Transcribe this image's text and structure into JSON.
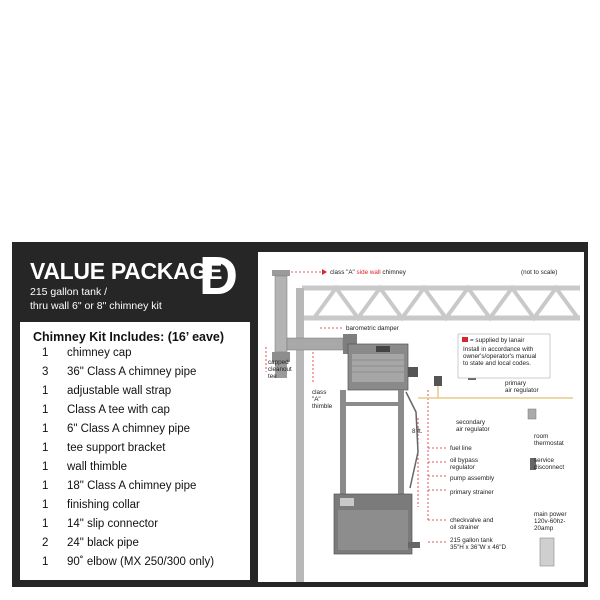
{
  "header": {
    "title": "VALUE PACKAGE",
    "letter": "D",
    "subtitle_line1": "215  gallon tank /",
    "subtitle_line2": "thru wall 6\" or 8\" chimney kit"
  },
  "kit": {
    "heading": "Chimney Kit Includes: (16’ eave)",
    "items": [
      {
        "qty": "1",
        "name": "chimney cap"
      },
      {
        "qty": "3",
        "name": "36\" Class A chimney pipe"
      },
      {
        "qty": "1",
        "name": "adjustable wall strap"
      },
      {
        "qty": "1",
        "name": "Class A tee with cap"
      },
      {
        "qty": "1",
        "name": "6\" Class A chimney pipe"
      },
      {
        "qty": "1",
        "name": "tee support bracket"
      },
      {
        "qty": "1",
        "name": "wall thimble"
      },
      {
        "qty": "1",
        "name": "18\" Class A chimney pipe"
      },
      {
        "qty": "1",
        "name": "finishing collar"
      },
      {
        "qty": "1",
        "name": "14\" slip connector"
      },
      {
        "qty": "2",
        "name": "24\" black pipe"
      },
      {
        "qty": "1",
        "name": "90˚ elbow (MX 250/300 only)"
      }
    ]
  },
  "diagram": {
    "chimney_label_pre": "class \"A\" ",
    "chimney_label_red": "side wall",
    "chimney_label_post": " chimney",
    "scale_note": "(not to scale)",
    "barometric_damper": "barometric damper",
    "capped_cleanout_tee": [
      "capped",
      "cleanout",
      "tee"
    ],
    "class_a_thimble": [
      "class",
      "\"A\"",
      "thimble"
    ],
    "legend_text": "= supplied by lanair",
    "install_note": [
      "Install in accordance with",
      "owner's/operator's manual",
      "to state and local codes."
    ],
    "primary_air_regulator": [
      "primary",
      "air regulator"
    ],
    "secondary_air_regulator": [
      "secondary",
      "air regulator"
    ],
    "room_thermostat": [
      "room",
      "thermostat"
    ],
    "service_disconnect": [
      "service",
      "disconnect"
    ],
    "main_power": [
      "main power",
      "120v-60hz-",
      "20amp"
    ],
    "height": "8 ft.",
    "fuel_line": "fuel line",
    "oil_bypass_regulator": [
      "oil bypass",
      "regulator"
    ],
    "pump_assembly": "pump assembly",
    "primary_strainer": "primary strainer",
    "checkvalve": [
      "checkvalve and",
      "oil strainer"
    ],
    "tank": [
      "215 gallon tank",
      "35\"H x 36\"W x 46\"D"
    ],
    "colors": {
      "red": "#d8262e",
      "beam": "#c9c9c9",
      "tank": "#7b7b7b",
      "line": "#e8c98a"
    }
  }
}
